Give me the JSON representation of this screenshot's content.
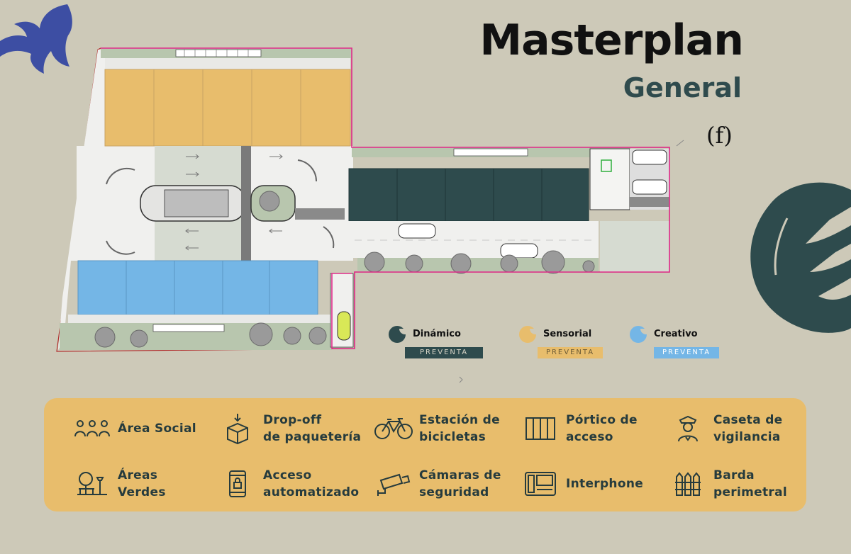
{
  "header": {
    "title": "Masterplan",
    "subtitle": "General",
    "logo_mark": "(f)"
  },
  "colors": {
    "background": "#cdc9b8",
    "dinamico": "#2e4b4d",
    "sensorial": "#e8bd6c",
    "creativo": "#74b6e6",
    "amenity_panel": "#e8bd6c",
    "amenity_text": "#263b3d",
    "boundary": "#e02d8c"
  },
  "legend": [
    {
      "name": "Dinámico",
      "badge": "PREVENTA",
      "color": "#2e4b4d",
      "badge_text_color": "#d9d6c8"
    },
    {
      "name": "Sensorial",
      "badge": "PREVENTA",
      "color": "#e8bd6c",
      "badge_text_color": "#6b5a35"
    },
    {
      "name": "Creativo",
      "badge": "PREVENTA",
      "color": "#74b6e6",
      "badge_text_color": "#ffffff"
    }
  ],
  "amenities": [
    {
      "icon": "people-icon",
      "lines": [
        "Área Social"
      ]
    },
    {
      "icon": "package-dropoff-icon",
      "lines": [
        "Drop-off",
        "de paquetería"
      ]
    },
    {
      "icon": "bicycle-icon",
      "lines": [
        "Estación de",
        "bicicletas"
      ]
    },
    {
      "icon": "gate-icon",
      "lines": [
        "Pórtico de",
        "acceso"
      ]
    },
    {
      "icon": "guard-icon",
      "lines": [
        "Caseta de",
        "vigilancia"
      ]
    },
    {
      "icon": "park-icon",
      "lines": [
        "Áreas",
        "Verdes"
      ]
    },
    {
      "icon": "phone-lock-icon",
      "lines": [
        "Acceso",
        "automatizado"
      ]
    },
    {
      "icon": "security-camera-icon",
      "lines": [
        "Cámaras de",
        "seguridad"
      ]
    },
    {
      "icon": "interphone-icon",
      "lines": [
        "Interphone"
      ]
    },
    {
      "icon": "fence-icon",
      "lines": [
        "Barda",
        "perimetral"
      ]
    }
  ]
}
